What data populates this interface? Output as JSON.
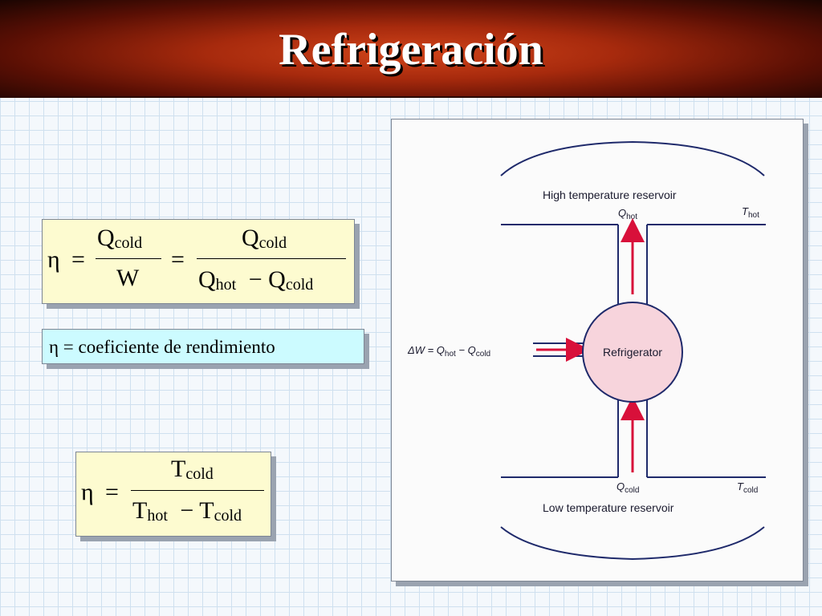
{
  "slide": {
    "title": "Refrigeración"
  },
  "formula1": {
    "eta": "η",
    "equals": "=",
    "num1_main": "Q",
    "num1_sub": "cold",
    "den1": "W",
    "num2_main": "Q",
    "num2_sub": "cold",
    "den2_main_a": "Q",
    "den2_sub_a": "hot",
    "minus": "−",
    "den2_main_b": "Q",
    "den2_sub_b": "cold"
  },
  "definition": {
    "text": "η = coeficiente de rendimiento"
  },
  "formula2": {
    "eta": "η",
    "equals": "=",
    "num_main": "T",
    "num_sub": "cold",
    "den_main_a": "T",
    "den_sub_a": "hot",
    "minus": "−",
    "den_main_b": "T",
    "den_sub_b": "cold"
  },
  "diagram": {
    "high_reservoir": "High temperature reservoir",
    "low_reservoir": "Low temperature reservoir",
    "refrigerator": "Refrigerator",
    "q_hot": "Q",
    "q_hot_sub": "hot",
    "t_hot": "T",
    "t_hot_sub": "hot",
    "q_cold": "Q",
    "q_cold_sub": "cold",
    "t_cold": "T",
    "t_cold_sub": "cold",
    "work_lhs": "ΔW = Q",
    "work_sub1": "hot",
    "work_minus": " − Q",
    "work_sub2": "cold",
    "colors": {
      "arrow": "#d8103a",
      "circle_fill": "#f7d4dc",
      "lines": "#1f2a6b"
    }
  }
}
